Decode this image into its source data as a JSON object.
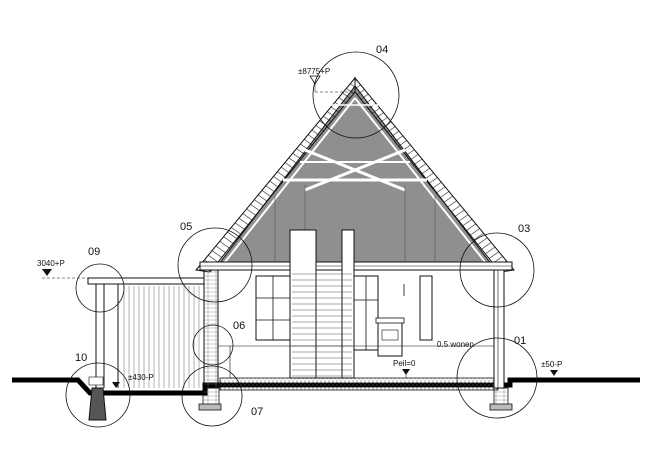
{
  "detail_markers": [
    {
      "id": "01",
      "label": "01"
    },
    {
      "id": "03",
      "label": "03"
    },
    {
      "id": "04",
      "label": "04"
    },
    {
      "id": "05",
      "label": "05"
    },
    {
      "id": "06",
      "label": "06"
    },
    {
      "id": "07",
      "label": "07"
    },
    {
      "id": "09",
      "label": "09"
    },
    {
      "id": "10",
      "label": "10"
    }
  ],
  "levels": {
    "ridge": "±8775+P",
    "shed": "3040+P",
    "grade_left": "±430-P",
    "grade_right": "±50-P",
    "floor": "Peil=0"
  },
  "room_label": "0.5 wonen",
  "colors": {
    "line": "#111111",
    "roof_fill": "#8f8f8f",
    "ground": "#000000",
    "hatch": "#666666"
  }
}
